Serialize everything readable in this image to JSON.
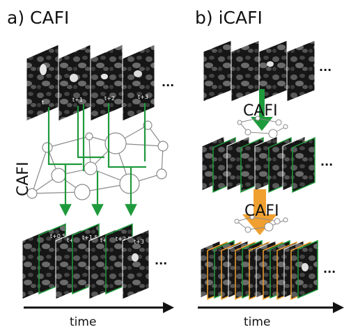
{
  "panel_a": {
    "title": "a) CAFI",
    "network_label": "CAFI",
    "input_frames": [
      "t",
      "t+1",
      "t+2",
      "t+3"
    ],
    "output_frames": [
      "t",
      "t+0.5",
      "t+1",
      "t+1.5",
      "t+2",
      "t+2.5",
      "t+3"
    ],
    "ellipsis": "...",
    "axis_label": "time"
  },
  "panel_b": {
    "title": "b) iCAFI",
    "stage_label_1": "CAFI",
    "stage_label_2": "CAFI",
    "ellipsis": "...",
    "axis_label": "time"
  },
  "colors": {
    "green": "#1e9a3c",
    "orange": "#f0a030",
    "frame_dark": "#111111",
    "network_gray": "#8a8a8a"
  },
  "icons": [
    "microscopy-frame",
    "neural-network-graph",
    "down-arrow",
    "time-arrow"
  ]
}
